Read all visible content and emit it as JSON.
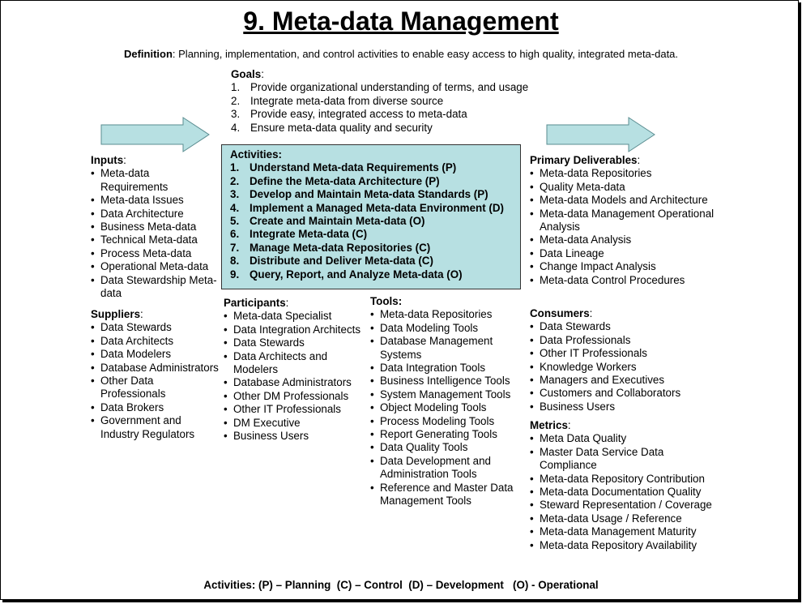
{
  "title": "9. Meta-data Management",
  "definition": {
    "label": "Definition",
    "text": ": Planning, implementation, and control activities to enable easy access to high quality, integrated meta-data."
  },
  "goals": {
    "heading": "Goals",
    "items": [
      {
        "num": "1.",
        "text": "Provide organizational understanding of terms, and usage"
      },
      {
        "num": "2.",
        "text": "Integrate meta-data from diverse source"
      },
      {
        "num": "3.",
        "text": "Provide easy, integrated access to meta-data"
      },
      {
        "num": "4.",
        "text": "Ensure meta-data quality and security"
      }
    ]
  },
  "activities": {
    "heading": "Activities:",
    "box_color": "#b7e0e2",
    "items": [
      {
        "num": "1.",
        "text": "Understand Meta-data Requirements (P)"
      },
      {
        "num": "2.",
        "text": "Define the Meta-data Architecture (P)"
      },
      {
        "num": "3.",
        "text": "Develop and Maintain Meta-data Standards (P)"
      },
      {
        "num": "4.",
        "text": "Implement a Managed Meta-data Environment (D)"
      },
      {
        "num": "5.",
        "text": "Create and Maintain Meta-data (O)"
      },
      {
        "num": "6.",
        "text": "Integrate Meta-data (C)"
      },
      {
        "num": "7.",
        "text": "Manage Meta-data Repositories (C)"
      },
      {
        "num": "8.",
        "text": "Distribute and Deliver Meta-data (C)"
      },
      {
        "num": "9.",
        "text": "Query, Report, and Analyze Meta-data (O)"
      }
    ]
  },
  "inputs": {
    "heading": "Inputs",
    "items": [
      "Meta-data Requirements",
      "Meta-data Issues",
      "Data Architecture",
      "Business Meta-data",
      "Technical Meta-data",
      "Process Meta-data",
      "Operational Meta-data",
      "Data Stewardship Meta-data"
    ]
  },
  "suppliers": {
    "heading": "Suppliers",
    "items": [
      "Data Stewards",
      "Data Architects",
      "Data Modelers",
      "Database Administrators",
      "Other Data Professionals",
      "Data Brokers",
      "Government and Industry Regulators"
    ]
  },
  "participants": {
    "heading": "Participants",
    "items": [
      "Meta-data Specialist",
      "Data Integration Architects",
      "Data Stewards",
      "Data Architects and Modelers",
      "Database Administrators",
      "Other DM Professionals",
      "Other IT Professionals",
      "DM Executive",
      "Business Users"
    ]
  },
  "tools": {
    "heading": "Tools:",
    "items": [
      "Meta-data Repositories",
      "Data Modeling Tools",
      "Database Management Systems",
      "Data Integration Tools",
      "Business Intelligence Tools",
      "System Management Tools",
      "Object Modeling Tools",
      "Process Modeling Tools",
      "Report Generating Tools",
      "Data Quality Tools",
      "Data Development and Administration Tools",
      "Reference and Master Data Management Tools"
    ]
  },
  "deliverables": {
    "heading": "Primary Deliverables",
    "items": [
      "Meta-data Repositories",
      "Quality Meta-data",
      "Meta-data Models and Architecture",
      "Meta-data Management Operational Analysis",
      "Meta-data Analysis",
      "Data Lineage",
      "Change Impact Analysis",
      "Meta-data Control Procedures"
    ]
  },
  "consumers": {
    "heading": "Consumers",
    "items": [
      "Data Stewards",
      "Data Professionals",
      "Other IT Professionals",
      "Knowledge Workers",
      "Managers and Executives",
      "Customers and Collaborators",
      "Business Users"
    ]
  },
  "metrics": {
    "heading": "Metrics",
    "items": [
      "Meta Data Quality",
      "Master Data Service Data Compliance",
      "Meta-data Repository Contribution",
      "Meta-data Documentation Quality",
      "Steward Representation / Coverage",
      "Meta-data Usage / Reference",
      "Meta-data Management Maturity",
      "Meta-data Repository Availability"
    ]
  },
  "legend": "Activities: (P) – Planning  (C) – Control  (D) – Development   (O) - Operational",
  "colors": {
    "arrow_fill": "#b7e0e2",
    "arrow_stroke": "#5a8c90"
  }
}
